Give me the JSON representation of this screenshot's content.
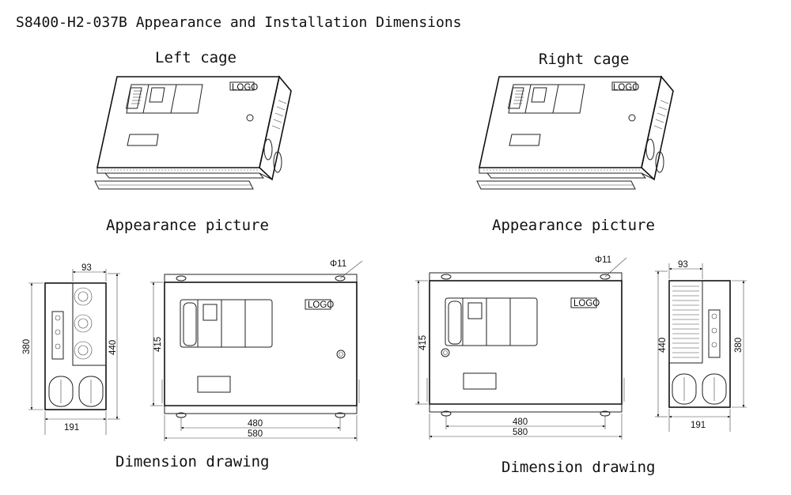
{
  "page_title": "S8400-H2-037B Appearance and Installation Dimensions",
  "left": {
    "cage_label": "Left cage",
    "appearance_caption": "Appearance picture",
    "drawing_caption": "Dimension drawing",
    "logo": "LOGO",
    "side_width": "93",
    "side_height_inner": "380",
    "side_height_outer": "440",
    "side_depth": "191",
    "front_height": "415",
    "front_hole_spacing": "480",
    "front_width": "580",
    "hole_diameter": "Φ11"
  },
  "right": {
    "cage_label": "Right cage",
    "appearance_caption": "Appearance picture",
    "drawing_caption": "Dimension drawing",
    "logo": "LOGO",
    "side_width": "93",
    "side_height_inner": "380",
    "side_height_outer": "440",
    "side_depth": "191",
    "front_height": "415",
    "front_hole_spacing": "480",
    "front_width": "580",
    "hole_diameter": "Φ11"
  }
}
